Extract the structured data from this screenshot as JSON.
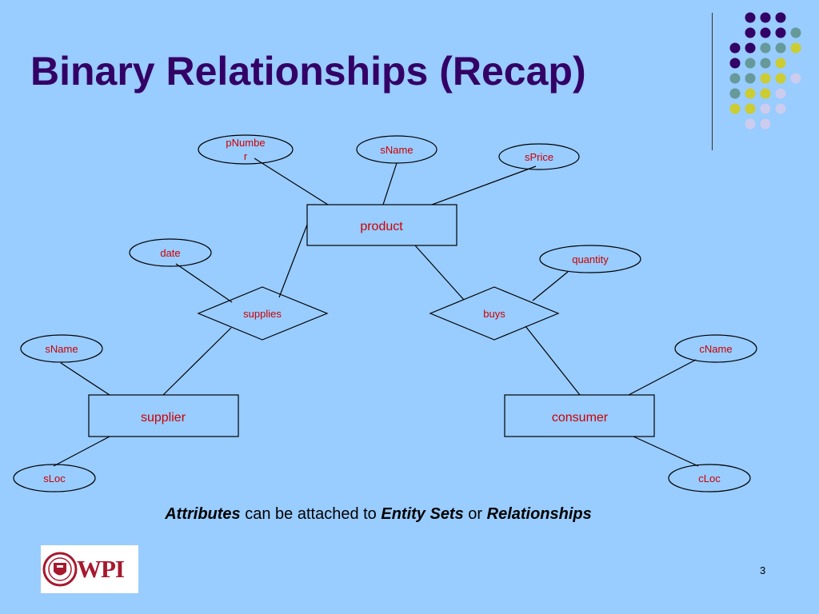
{
  "slide": {
    "title": "Binary Relationships (Recap)",
    "page_number": "3"
  },
  "colors": {
    "background": "#99ccff",
    "title": "#330066",
    "diagram_text": "#cc0000",
    "dot_purple": "#330066",
    "dot_teal": "#669999",
    "dot_yellow": "#cccc33",
    "dot_lavender": "#ccccee"
  },
  "diagram": {
    "entities": {
      "product": "product",
      "supplier": "supplier",
      "consumer": "consumer"
    },
    "relationships": {
      "supplies": "supplies",
      "buys": "buys"
    },
    "attributes": {
      "pnumber_line1": "pNumbe",
      "pnumber_line2": "r",
      "product_sname": "sName",
      "sprice": "sPrice",
      "date": "date",
      "quantity": "quantity",
      "supplier_sname": "sName",
      "sloc": "sLoc",
      "cname": "cName",
      "cloc": "cLoc"
    }
  },
  "caption": {
    "part1": "Attributes",
    "part2": " can be attached to ",
    "part3": "Entity Sets",
    "part4": " or ",
    "part5": "Relationships"
  },
  "logo": {
    "text": "WPI"
  }
}
